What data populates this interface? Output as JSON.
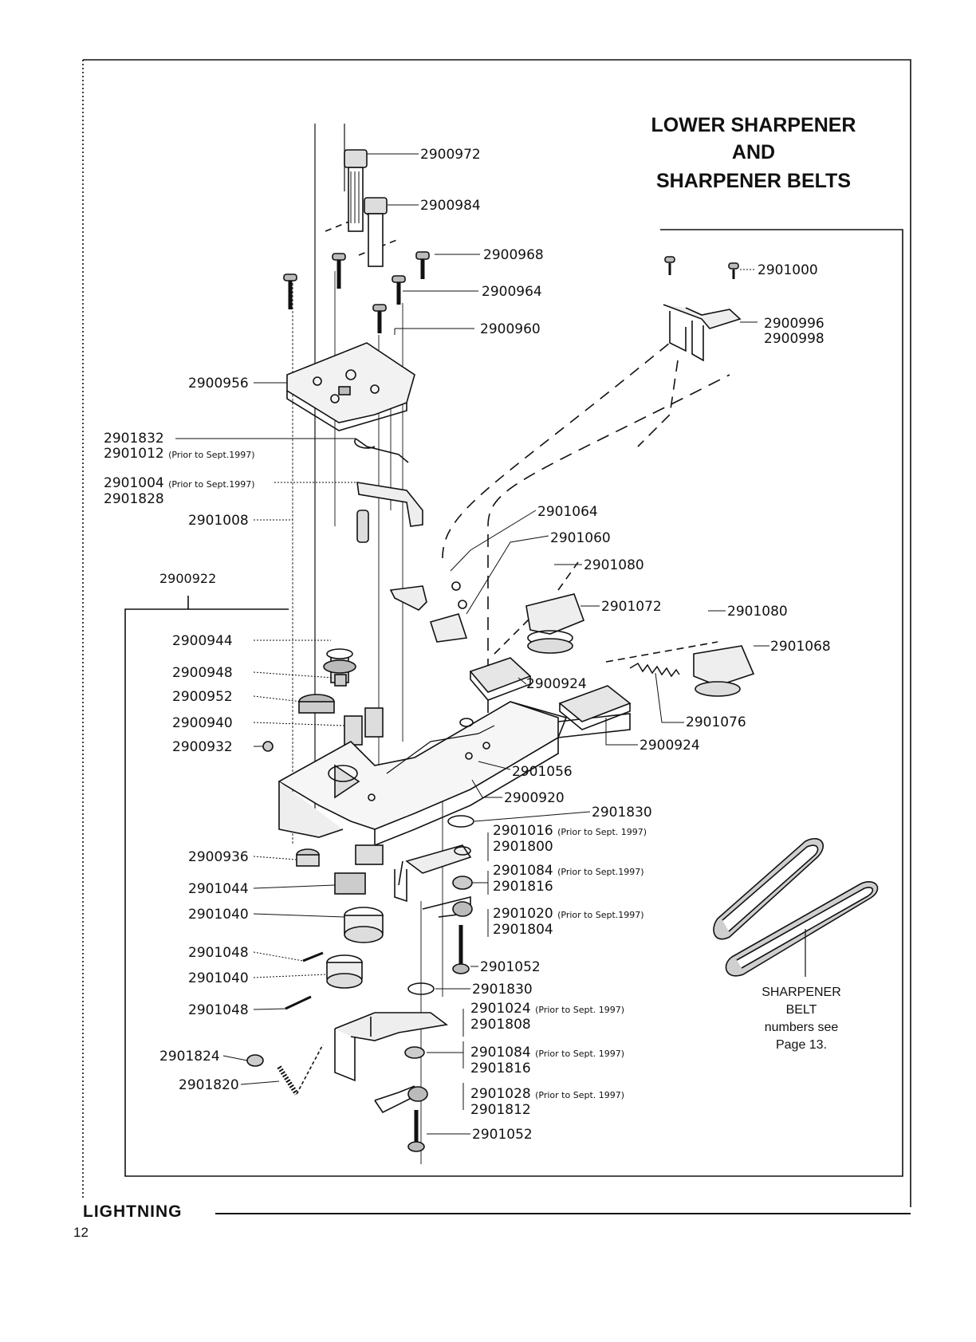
{
  "title": {
    "line1": "LOWER SHARPENER",
    "line2": "AND",
    "line3": "SHARPENER BELTS"
  },
  "labels": [
    {
      "id": "p2900972",
      "text": "2900972"
    },
    {
      "id": "p2900984",
      "text": "2900984"
    },
    {
      "id": "p2900968",
      "text": "2900968"
    },
    {
      "id": "p2900964",
      "text": "2900964"
    },
    {
      "id": "p2900960",
      "text": "2900960"
    },
    {
      "id": "p2900956",
      "text": "2900956"
    },
    {
      "id": "p2901832",
      "text": "2901832"
    },
    {
      "id": "p2901012",
      "text": "2901012",
      "note": "(Prior to Sept.1997)"
    },
    {
      "id": "p2901004",
      "text": "2901004",
      "note": "(Prior to Sept.1997)"
    },
    {
      "id": "p2901828",
      "text": "2901828"
    },
    {
      "id": "p2901008",
      "text": "2901008"
    },
    {
      "id": "p2900922",
      "text": "2900922"
    },
    {
      "id": "p2900944",
      "text": "2900944"
    },
    {
      "id": "p2900948",
      "text": "2900948"
    },
    {
      "id": "p2900952",
      "text": "2900952"
    },
    {
      "id": "p2900940",
      "text": "2900940"
    },
    {
      "id": "p2900932",
      "text": "2900932"
    },
    {
      "id": "p2900936",
      "text": "2900936"
    },
    {
      "id": "p2901044",
      "text": "2901044"
    },
    {
      "id": "p2901040a",
      "text": "2901040"
    },
    {
      "id": "p2901048a",
      "text": "2901048"
    },
    {
      "id": "p2901040b",
      "text": "2901040"
    },
    {
      "id": "p2901048b",
      "text": "2901048"
    },
    {
      "id": "p2901824",
      "text": "2901824"
    },
    {
      "id": "p2901820",
      "text": "2901820"
    },
    {
      "id": "p2901000",
      "text": "2901000"
    },
    {
      "id": "p2900996",
      "text": "2900996"
    },
    {
      "id": "p2900998",
      "text": "2900998"
    },
    {
      "id": "p2901064",
      "text": "2901064"
    },
    {
      "id": "p2901060",
      "text": "2901060"
    },
    {
      "id": "p2901080a",
      "text": "2901080"
    },
    {
      "id": "p2901072",
      "text": "2901072"
    },
    {
      "id": "p2901080b",
      "text": "2901080"
    },
    {
      "id": "p2901068",
      "text": "2901068"
    },
    {
      "id": "p2900924a",
      "text": "2900924"
    },
    {
      "id": "p2901076",
      "text": "2901076"
    },
    {
      "id": "p2900924b",
      "text": "2900924"
    },
    {
      "id": "p2901056",
      "text": "2901056"
    },
    {
      "id": "p2900920",
      "text": "2900920"
    },
    {
      "id": "p2901830a",
      "text": "2901830"
    },
    {
      "id": "p2901016",
      "text": "2901016",
      "note": "(Prior to Sept. 1997)"
    },
    {
      "id": "p2901800",
      "text": "2901800"
    },
    {
      "id": "p2901084a",
      "text": "2901084",
      "note": "(Prior to Sept.1997)"
    },
    {
      "id": "p2901816a",
      "text": "2901816"
    },
    {
      "id": "p2901020",
      "text": "2901020",
      "note": "(Prior to Sept.1997)"
    },
    {
      "id": "p2901804",
      "text": "2901804"
    },
    {
      "id": "p2901052a",
      "text": "2901052"
    },
    {
      "id": "p2901830b",
      "text": "2901830"
    },
    {
      "id": "p2901024",
      "text": "2901024",
      "note": "(Prior to Sept. 1997)"
    },
    {
      "id": "p2901808",
      "text": "2901808"
    },
    {
      "id": "p2901084b",
      "text": "2901084",
      "note": "(Prior to Sept. 1997)"
    },
    {
      "id": "p2901816b",
      "text": "2901816"
    },
    {
      "id": "p2901028",
      "text": "2901028",
      "note": "(Prior to Sept. 1997)"
    },
    {
      "id": "p2901812",
      "text": "2901812"
    },
    {
      "id": "p2901052b",
      "text": "2901052"
    }
  ],
  "belt_note": {
    "line1": "SHARPENER",
    "line2": "BELT",
    "line3": "numbers see",
    "line4": "Page 13."
  },
  "footer": {
    "brand": "LIGHTNING",
    "page_number": "12"
  }
}
